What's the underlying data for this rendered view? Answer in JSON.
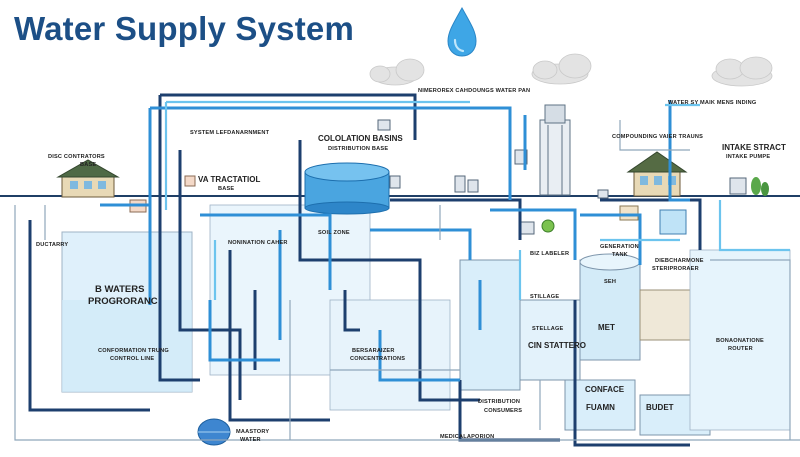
{
  "title": "Water Supply System",
  "colors": {
    "title": "#1c4f86",
    "pipe_dark": "#1d3f6e",
    "pipe_blue": "#2f8fd6",
    "pipe_cyan": "#6cc4ee",
    "water": "#cfeaf8",
    "ground": "#1f3f66"
  },
  "icons": [
    "water-drop-icon",
    "cloud-icon",
    "house-icon",
    "tree-icon",
    "tank-icon",
    "pump-icon"
  ],
  "labels": {
    "disc_contractors": "DISC CONTRATORS",
    "disc_sub": "BASE",
    "sys_leader": "SYSTEM LEFDANARNMENT",
    "va_tractatiol": "VA TRACTATIOL",
    "va_sub": "BASE",
    "collation_basins": "COLOLATION BASINS",
    "collation_sub": "DISTRIBUTION BASE",
    "underground": "NIMEROREX CAHDOUNGS WATER PAN",
    "water_main": "WATER SY MAIK MENS INDING",
    "compound_right": "COMPOUNDING VAIER TRAUNS",
    "intake": "INTAKE STRACT",
    "intake_sub": "INTAKE PUMPE",
    "b_waters": "B WATERS",
    "prograrnac": "PROGRORANC",
    "nominal": "NONINATION CAHER",
    "ductarry": "DUCTARRY",
    "conformation": "CONFORMATION TRUNG",
    "conformation_sub": "CONTROL LINE",
    "bersaraizer": "BERSARAIZER",
    "bersaraizer_sub": "CONCENTRATIONS",
    "stillage": "STILLAGE",
    "cin_stattero": "CIN STATTERO",
    "stellage_sub": "STELLAGE",
    "met": "MET",
    "seh": "SEH",
    "conface": "CONFACE",
    "fuamn": "FUAMN",
    "budet": "BUDET",
    "generation": "GENERATION",
    "generation_sub": "TANK",
    "diebcharmone": "DIEBCHARMONE",
    "steriproader": "STERIPRORAER",
    "bonaonatione": "BONAONATIONE",
    "bonaonatione_sub": "ROUTER",
    "maastory": "MAASTORY",
    "maastory_sub": "WATER",
    "medicalation": "MEDICALAPORION",
    "biz_labeler": "BIZ LABELER",
    "distribution": "DISTRIBUTION",
    "cons_reference": "CONSUMERS",
    "soil_zone": "SOIL ZONE"
  }
}
